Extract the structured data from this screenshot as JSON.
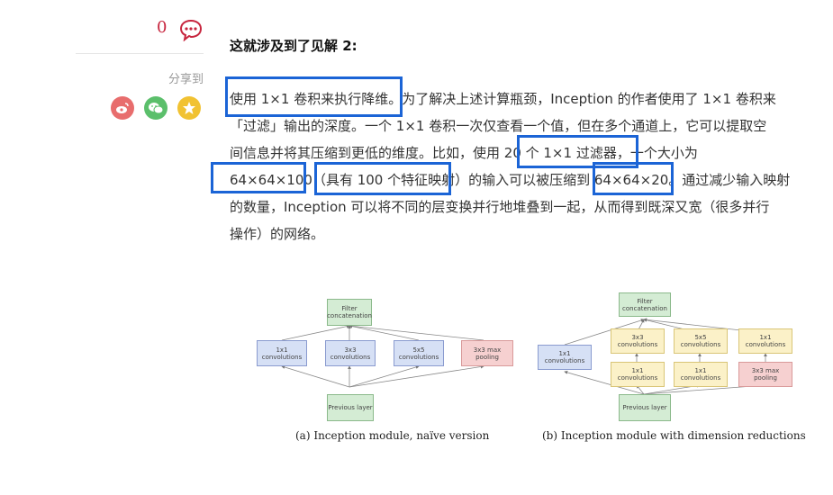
{
  "sidebar": {
    "comment_count": "0",
    "share_label": "分享到",
    "share_icons": [
      "weibo-icon",
      "wechat-icon",
      "favorite-icon"
    ]
  },
  "article": {
    "heading": "这就涉及到了见解 2:",
    "lines": [
      "使用 1×1 卷积来执行降维。为了解决上述计算瓶颈，Inception 的作者使用了 1×1 卷积来",
      "「过滤」输出的深度。一个 1×1 卷积一次仅查看一个值，但在多个通道上，它可以提取空",
      "间信息并将其压缩到更低的维度。比如，使用 20 个 1×1 过滤器，一个大小为",
      "64×64×100（具有 100 个特征映射）的输入可以被压缩到 64×64×20。通过减少输入映射",
      "的数量，Inception 可以将不同的层变换并行地堆叠到一起，从而得到既深又宽（很多并行",
      "操作）的网络。"
    ]
  },
  "figure": {
    "a": {
      "filter": "Filter concatenation",
      "conv1": "1x1 convolutions",
      "conv3": "3x3 convolutions",
      "conv5": "5x5 convolutions",
      "pool": "3x3 max pooling",
      "prev": "Previous layer",
      "caption": "(a)  Inception module, naïve version"
    },
    "b": {
      "filter": "Filter concatenation",
      "conv1_left": "1x1 convolutions",
      "conv3": "3x3 convolutions",
      "conv5": "5x5 convolutions",
      "conv1_top": "1x1 convolutions",
      "red1": "1x1 convolutions",
      "red2": "1x1 convolutions",
      "pool": "3x3 max pooling",
      "prev": "Previous layer",
      "caption": "(b)  Inception module with dimension reductions"
    }
  },
  "colors": {
    "highlight_box": "#1b64d6",
    "count": "#c7253e"
  }
}
